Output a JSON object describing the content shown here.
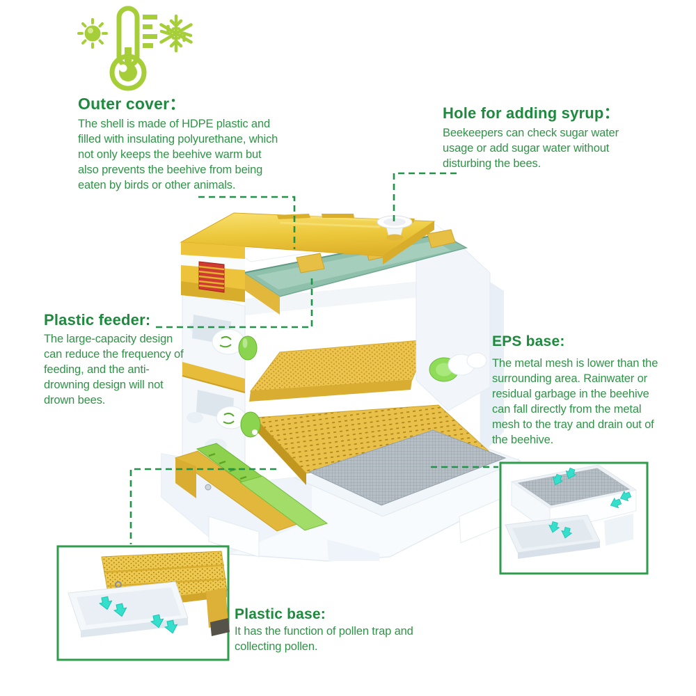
{
  "annotations": {
    "outer_cover": {
      "title": "Outer cover：",
      "body": "The shell is made of HDPE plastic and filled with insulating polyurethane, which not only keeps the beehive warm but also prevents the beehive from being eaten by birds or other animals."
    },
    "syrup_hole": {
      "title": "Hole for adding syrup：",
      "body": "Beekeepers can check sugar water usage or add sugar water without disturbing the bees."
    },
    "plastic_feeder": {
      "title": "Plastic feeder:",
      "body": "The large-capacity design can reduce the frequency of feeding, and the anti-drowning design will not drown bees."
    },
    "eps_base": {
      "title": "EPS base:",
      "body": "The metal mesh is lower than the surrounding area. Rainwater or residual garbage in the beehive can fall directly from the metal mesh to the tray and drain out of the beehive."
    },
    "plastic_base": {
      "title": "Plastic base:",
      "body": "It has the function of pollen trap and collecting pollen."
    }
  },
  "icons": {
    "top_left": [
      "sun-icon",
      "thermometer-icon",
      "snowflake-icon"
    ]
  },
  "colors": {
    "heading_green": "#1d8a3e",
    "body_green": "#2f9447",
    "connector_green": "#1f9347",
    "inset_border_green": "#2f9c4c",
    "icon_lime": "#a6ce39",
    "arrow_cyan": "#36dfcc",
    "hive_yellow": "#e9c63e",
    "feeder_teal": "#8fc0ac",
    "plug_green": "#8bd44f",
    "grille_red": "#cf3a31",
    "mesh_gray": "#b6bfc6"
  }
}
